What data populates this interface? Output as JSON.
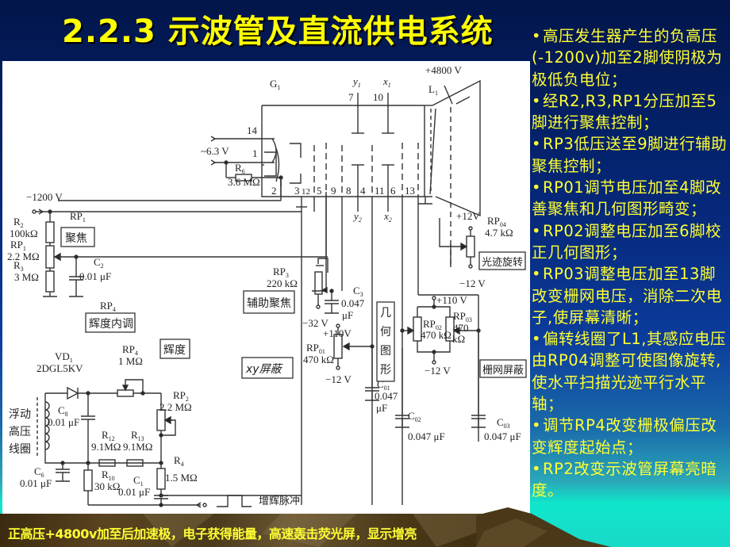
{
  "title": "2.2.3 示波管及直流供电系统",
  "colors": {
    "title": "#ffff00",
    "text": "#ffff33",
    "background_top": "#02154a",
    "background_bottom": "#10e6cc",
    "diagram_bg": "#ffffff",
    "bottom_band": "#4a3a1c"
  },
  "notes": [
    {
      "bullet": "•",
      "text": "高压发生器产生的负高压(-1200v)加至2脚使阴极为极低负电位；"
    },
    {
      "bullet": "•",
      "text": "经R2,R3,RP1分压加至5脚进行聚焦控制；"
    },
    {
      "bullet": "•",
      "text": "RP3低压送至9脚进行辅助聚焦控制；"
    },
    {
      "bullet": "•",
      "text": "RP01调节电压加至4脚改善聚焦和几何图形畸变；"
    },
    {
      "bullet": "•",
      "text": "RP02调整电压加至6脚校正几何图形；"
    },
    {
      "bullet": "•",
      "text": "RP03调整电压加至13脚改变栅网电压，消除二次电子,使屏幕清晰；"
    },
    {
      "bullet": "•",
      "text": "偏转线圈了L1,其感应电压由RP04调整可使图像旋转,使水平扫描光迹平行水平轴；"
    },
    {
      "bullet": "•",
      "text": "调节RP4改变栅极偏压改变辉度起始点；"
    },
    {
      "bullet": "•",
      "text": "RP2改变示波管屏幕亮暗度。"
    }
  ],
  "caption": "正高压+4800v加至后加速极，电子获得能量，高速轰击荧光屏，显示增亮",
  "diagram": {
    "crt": {
      "g1": "G",
      "g1_sub": "1",
      "anode_voltage": "+4800 V",
      "l1": "L",
      "l1_sub": "1",
      "y1": "y",
      "y1_sub": "1",
      "x1": "x",
      "x1_sub": "1",
      "y2": "y",
      "y2_sub": "2",
      "x2": "x",
      "x2_sub": "2",
      "pin_top_7": "7",
      "pin_top_10": "10",
      "pin_14": "14",
      "pin_1": "1",
      "pins_bottom": [
        "2",
        "3",
        "12",
        "5",
        "9",
        "8",
        "4",
        "11",
        "6",
        "13"
      ]
    },
    "heater_voltage": "~6.3 V",
    "supply_neg": "−1200 V",
    "components": {
      "r6": {
        "name": "R",
        "sub": "6",
        "value": "3.6 MΩ"
      },
      "r2": {
        "name": "R",
        "sub": "2",
        "value": "100kΩ"
      },
      "rp1": {
        "name": "RP",
        "sub": "1",
        "value": "2.2 MΩ"
      },
      "r3": {
        "name": "R",
        "sub": "3",
        "value": "3 MΩ"
      },
      "c2": {
        "name": "C",
        "sub": "2",
        "value": "0.01 μF"
      },
      "rp1_box": {
        "name": "RP",
        "sub": "1",
        "label": "聚焦"
      },
      "rp4_box": {
        "name": "RP",
        "sub": "4",
        "label": "辉度内调"
      },
      "rp3": {
        "name": "RP",
        "sub": "3",
        "value": "220 kΩ",
        "label": "辅助聚焦"
      },
      "c3": {
        "name": "C",
        "sub": "3",
        "value": "0.047",
        "unit": "μF"
      },
      "rp3_supply": "−32 V",
      "rp01_supply_pos": "+110V",
      "rp01": {
        "name": "RP",
        "sub": "01",
        "value": "470 kΩ",
        "supply_neg": "−12 V"
      },
      "c01": {
        "name": "C",
        "sub": "01",
        "value": "0.047",
        "unit": "μF"
      },
      "geometry_label": [
        "几",
        "何",
        "图",
        "形"
      ],
      "xy_shield": "xy屏蔽",
      "rp04": {
        "name": "RP",
        "sub": "04",
        "value": "4.7 kΩ",
        "supply_pos": "+12V",
        "supply_neg": "−12 V",
        "label": "光迹旋转"
      },
      "rp02": {
        "name": "RP",
        "sub": "02",
        "value": "470 kΩ"
      },
      "rp03": {
        "name": "RP",
        "sub": "03",
        "value_1": "470",
        "value_2": "kΩ"
      },
      "rp0203_supply_pos": "+110 V",
      "rp0203_supply_neg": "−12 V",
      "grid_shield": "栅网屏蔽",
      "c02": {
        "name": "C",
        "sub": "02",
        "value": "0.047 μF"
      },
      "c03": {
        "name": "C",
        "sub": "03",
        "value": "0.047 μF"
      },
      "vd1": {
        "name": "VD",
        "sub": "1",
        "value": "2DGL5KV"
      },
      "rp4": {
        "name": "RP",
        "sub": "4",
        "value": "1 MΩ"
      },
      "brightness": "辉度",
      "rp2": {
        "name": "RP",
        "sub": "2",
        "value": "2.2 MΩ"
      },
      "coil_label": [
        "浮动",
        "高压",
        "线圈"
      ],
      "c8": {
        "name": "C",
        "sub": "8",
        "value": "0.01 μF"
      },
      "r12": {
        "name": "R",
        "sub": "12",
        "value": "9.1MΩ"
      },
      "r13": {
        "name": "R",
        "sub": "13",
        "value": "9.1MΩ"
      },
      "c6": {
        "name": "C",
        "sub": "6",
        "value": "0.01 μF"
      },
      "r10": {
        "name": "R",
        "sub": "10",
        "value": "30 kΩ"
      },
      "c1": {
        "name": "C",
        "sub": "1",
        "value": "0.01 μF"
      },
      "r4": {
        "name": "R",
        "sub": "4",
        "value": "1.5 MΩ"
      },
      "pulse_label": "增辉脉冲"
    }
  }
}
